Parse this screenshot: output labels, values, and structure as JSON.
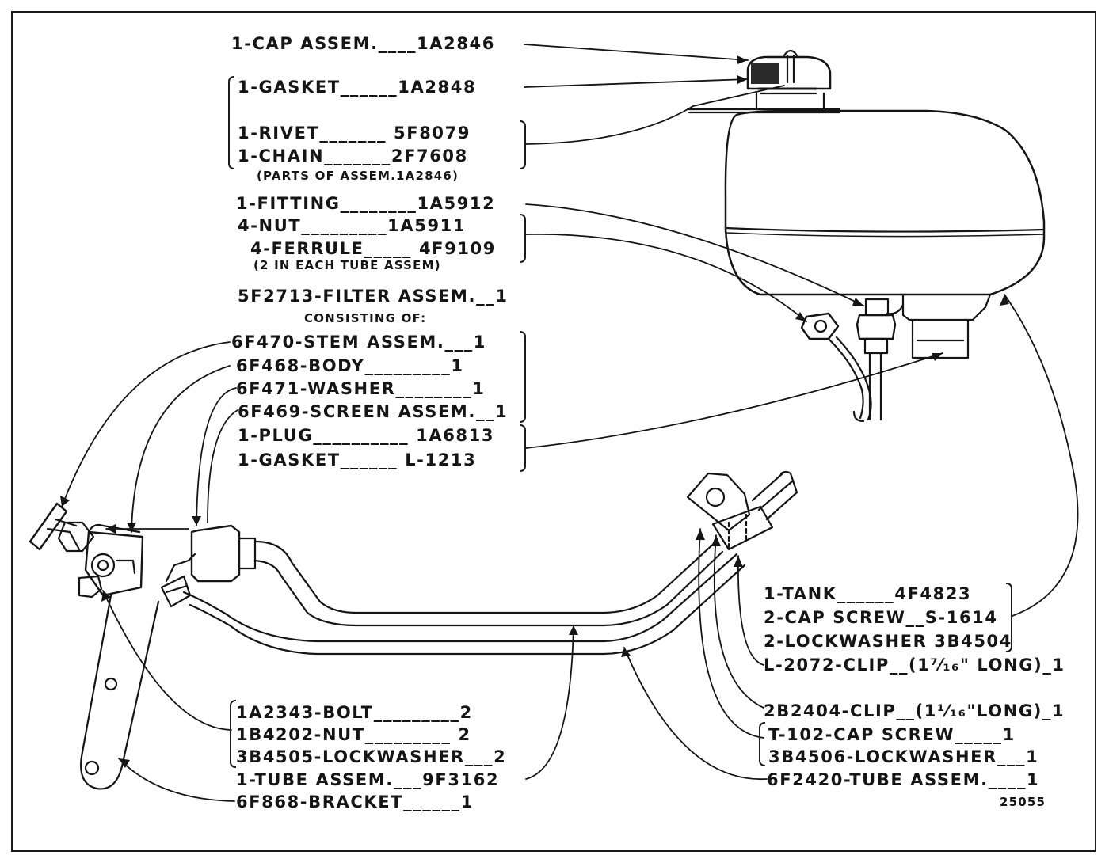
{
  "figure_number": "25055",
  "labels": {
    "cap_assem": "1-CAP ASSEM.____1A2846",
    "gasket_top": "1-GASKET______1A2848",
    "rivet": "1-RIVET_______ 5F8079",
    "chain": "1-CHAIN_______2F7608",
    "parts_of_assem": "(PARTS OF ASSEM.1A2846)",
    "fitting": "1-FITTING________1A5912",
    "nut": "4-NUT_________1A5911",
    "ferrule": "4-FERRULE_____ 4F9109",
    "ferrule_note": "(2 IN EACH TUBE ASSEM)",
    "filter_assem": "5F2713-FILTER ASSEM.__1",
    "consisting_of": "CONSISTING OF:",
    "stem_assem": "6F470-STEM ASSEM.___1",
    "body": "6F468-BODY_________1",
    "washer": "6F471-WASHER________1",
    "screen_assem": "6F469-SCREEN ASSEM.__1",
    "plug": "1-PLUG__________ 1A6813",
    "gasket_filter": "1-GASKET______ L-1213",
    "tank": "1-TANK______4F4823",
    "cap_screw_tank": "2-CAP SCREW__S-1614",
    "lockwasher_tank": "2-LOCKWASHER 3B4504",
    "clip_l2072": "L-2072-CLIP__(1⁷⁄₁₆\" LONG)_1",
    "clip_2b2404": "2B2404-CLIP__(1¹⁄₁₆\"LONG)_1",
    "cap_screw_t102": "T-102-CAP SCREW_____1",
    "lockwasher_3b4506": "3B4506-LOCKWASHER___1",
    "tube_assem_6f2420": "6F2420-TUBE ASSEM.____1",
    "bolt": "1A2343-BOLT_________2",
    "nut_1b4202": "1B4202-NUT_________ 2",
    "lockwasher_3b4505": "3B4505-LOCKWASHER___2",
    "tube_assem_9f3162": "1-TUBE ASSEM.___9F3162",
    "bracket": "6F868-BRACKET______1"
  }
}
